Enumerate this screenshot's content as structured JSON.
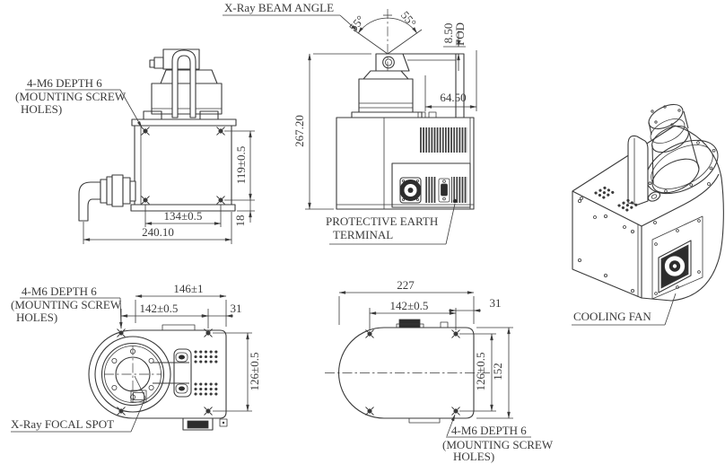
{
  "colors": {
    "line": "#3a3a3a",
    "dark": "#2d2d2d",
    "background": "#ffffff"
  },
  "labels": {
    "beam_angle": "X-Ray BEAM ANGLE",
    "mounting_note_l1": "4-M6 DEPTH 6",
    "mounting_note_l2": "(MOUNTING SCREW",
    "mounting_note_l3": "HOLES)",
    "protective_earth_l1": "PROTECTIVE EARTH",
    "protective_earth_l2": "TERMINAL",
    "focal_spot": "X-Ray FOCAL SPOT",
    "cooling_fan": "COOLING FAN",
    "fod": "FOD"
  },
  "dims": {
    "angle_left": "55°",
    "angle_right": "55°",
    "fod_height": "8.50",
    "d64_50": "64.50",
    "d267_20": "267.20",
    "d119": "119±0.5",
    "d18": "18",
    "d134": "134±0.5",
    "d240_10": "240.10",
    "d146": "146±1",
    "d142": "142±0.5",
    "d31": "31",
    "d126": "126±0.5",
    "d227": "227",
    "d152": "152"
  }
}
